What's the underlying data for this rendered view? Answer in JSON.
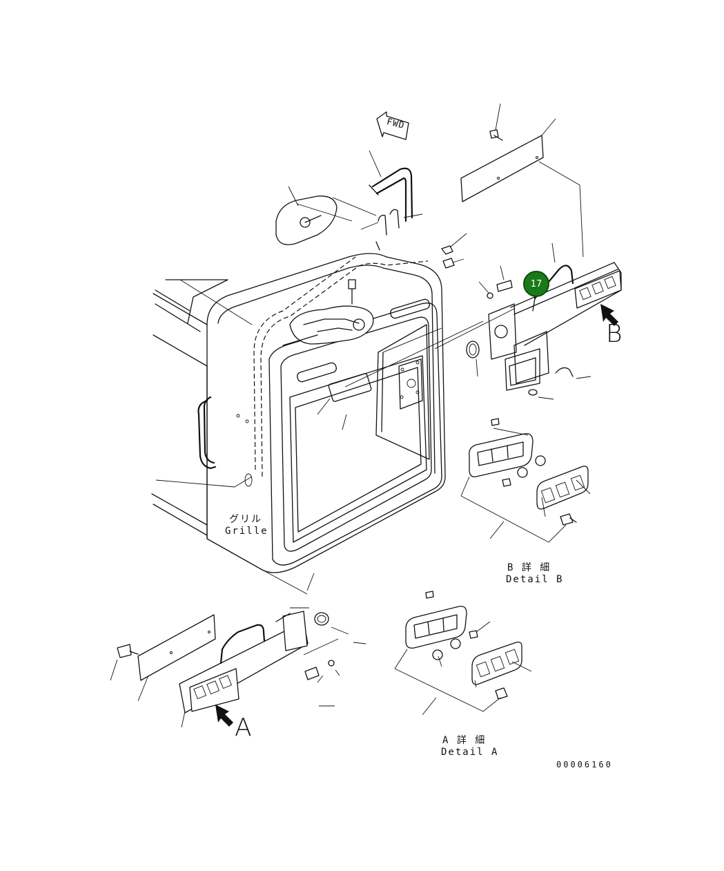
{
  "callout": {
    "number": "17"
  },
  "fwd_label": "FWD",
  "grille": {
    "jp": "グリル",
    "en": "Grille"
  },
  "detail_b": {
    "jp": "B 詳 細",
    "en": "Detail B"
  },
  "detail_a": {
    "jp": "A 詳 細",
    "en": "Detail A"
  },
  "view_a": "A",
  "view_b": "B",
  "drawing_number": "00006160"
}
